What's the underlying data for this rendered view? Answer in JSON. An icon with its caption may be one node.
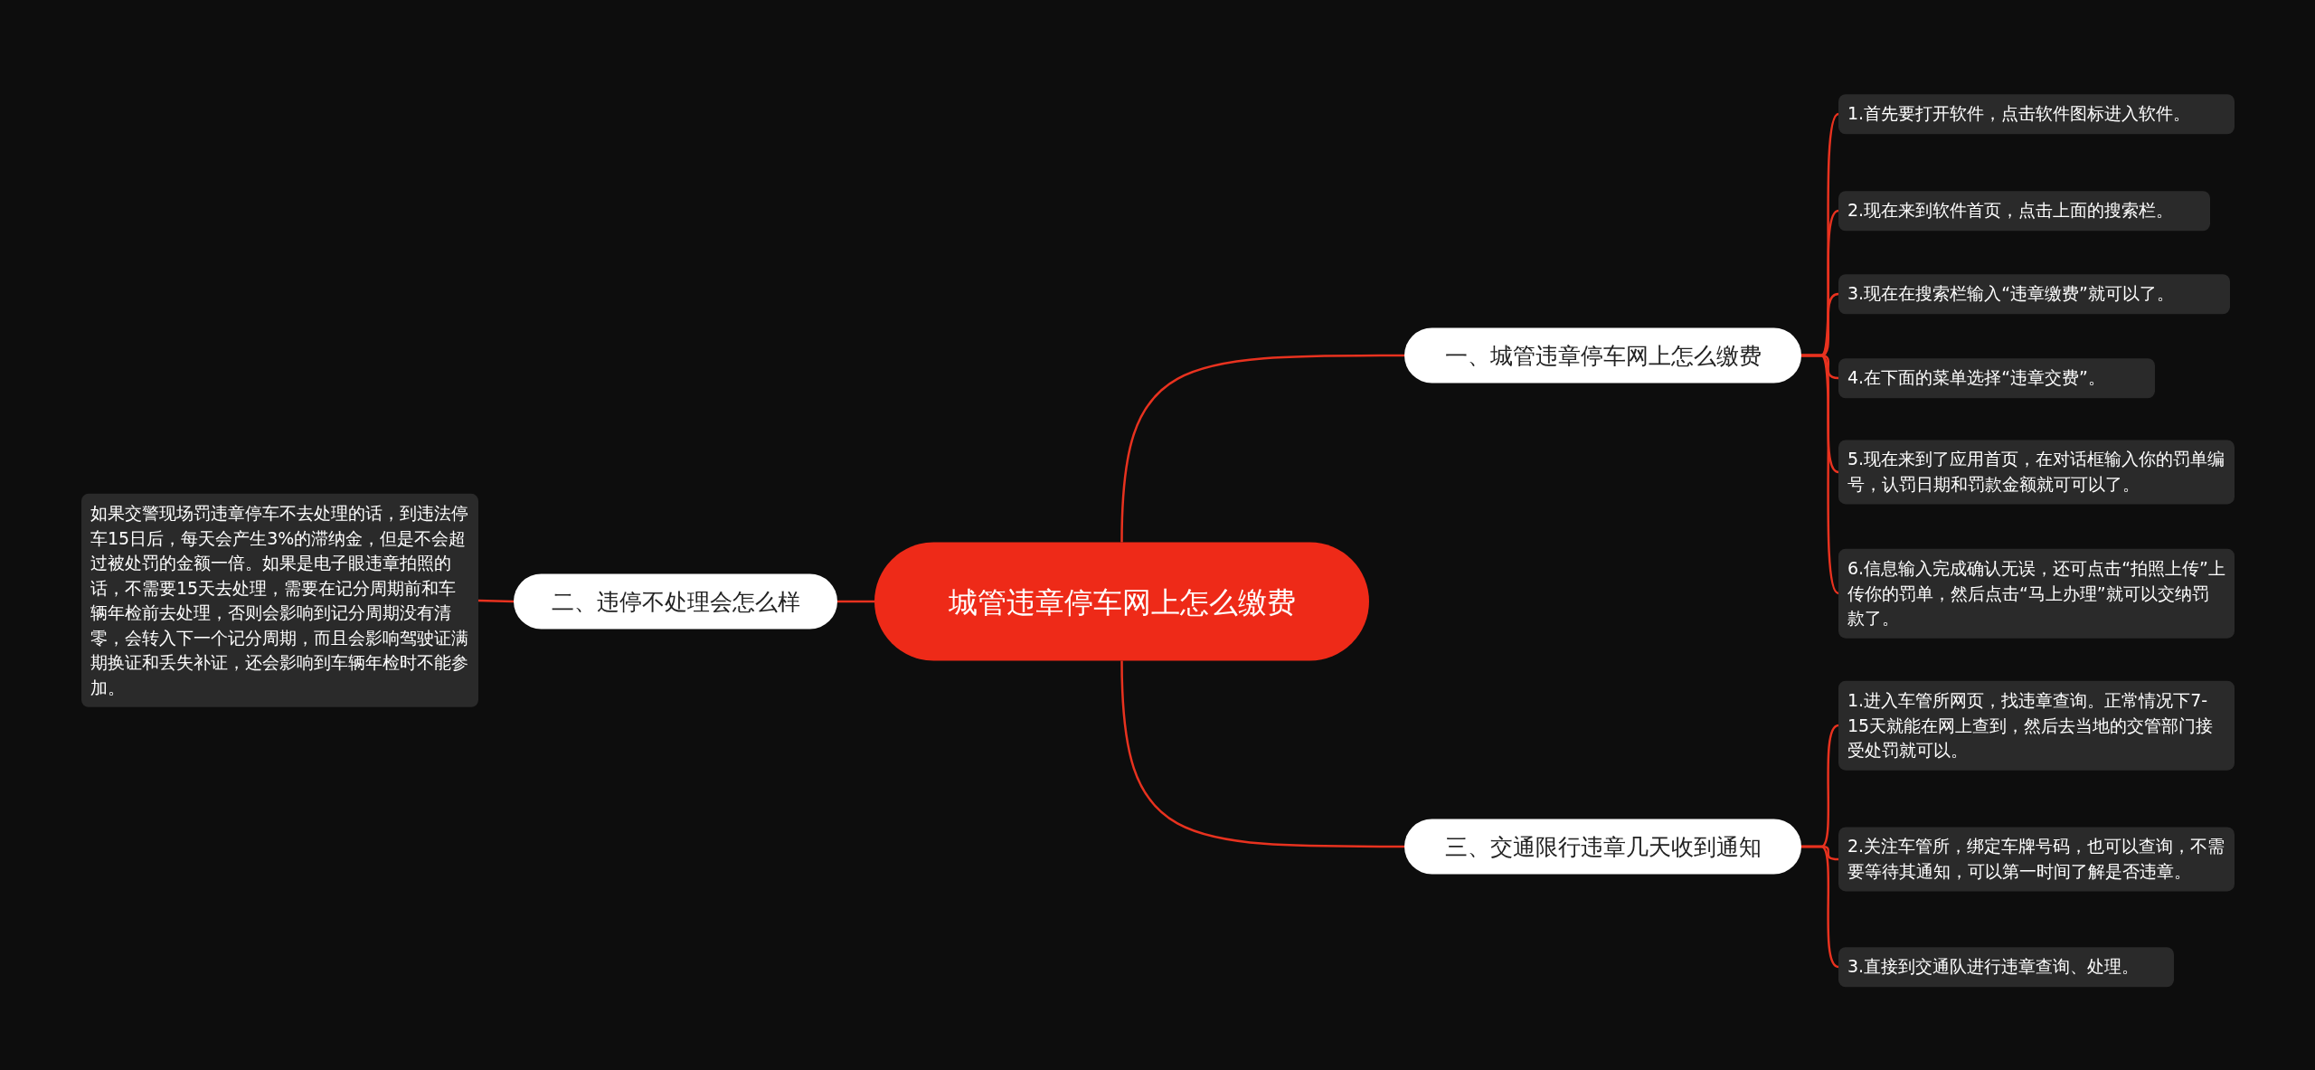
{
  "diagram": {
    "nodes": [
      {
        "text": [
          "城管违章停车网上怎么缴费"
        ]
      },
      {
        "text": [
          "一、城管违章停车网上怎么缴费"
        ]
      },
      {
        "text": [
          "1.首先要打开软件，点击软件图标进入软件。"
        ]
      },
      {
        "text": [
          "2.现在来到软件首页，点击上面的搜索栏。"
        ]
      },
      {
        "text": [
          "3.现在在搜索栏输入“违章缴费”就可以了。"
        ]
      },
      {
        "text": [
          "4.在下面的菜单选择“违章交费”。"
        ]
      },
      {
        "text": [
          "5.现在来到了应用首页，在对话框输入你的罚单编号，认罚日期和罚款金额就可可以了。"
        ]
      },
      {
        "text": [
          "6.信息输入完成确认无误，还可点击“拍照上传”上传你的罚单，然后点击“马上办理”就可以交纳罚款了。"
        ]
      },
      {
        "text": [
          "二、违停不处理会怎么样"
        ]
      },
      {
        "text": [
          "如果交警现场罚违章停车不去处理的话，到违法停车15日后，每天会产生3%的滞纳金，但是不会超过被处罚的金额一倍。如果是电子眼违章拍照的话，不需要15天去处理，需要在记分周期前和车辆年检前去处理，否则会影响到记分周期没有清零，会转入下一个记分周期，而且会影响驾驶证满期换证和丢失补证，还会影响到车辆年检时不能参加。"
        ]
      },
      {
        "text": [
          "三、交通限行违章几天收到通知"
        ]
      },
      {
        "text": [
          "1.进入车管所网页，找违章查询。正常情况下7-15天就能在网上查到，然后去当地的交管部门接受处罚就可以。"
        ]
      },
      {
        "text": [
          "2.关注车管所，绑定车牌号码，也可以查询，不需要等待其通知，可以第一时间了解是否违章。"
        ]
      },
      {
        "text": [
          "3.直接到交通队进行违章查询、处理。"
        ]
      }
    ],
    "edges": [
      {
        "from": 0,
        "to": 1,
        "arrow": "none"
      },
      {
        "from": 1,
        "to": 2,
        "arrow": "none"
      },
      {
        "from": 1,
        "to": 3,
        "arrow": "none"
      },
      {
        "from": 1,
        "to": 4,
        "arrow": "none"
      },
      {
        "from": 1,
        "to": 5,
        "arrow": "none"
      },
      {
        "from": 1,
        "to": 6,
        "arrow": "none"
      },
      {
        "from": 1,
        "to": 7,
        "arrow": "none"
      },
      {
        "from": 0,
        "to": 8,
        "arrow": "none"
      },
      {
        "from": 8,
        "to": 9,
        "arrow": "none"
      },
      {
        "from": 0,
        "to": 10,
        "arrow": "none"
      },
      {
        "from": 10,
        "to": 11,
        "arrow": "none"
      },
      {
        "from": 10,
        "to": 12,
        "arrow": "none"
      },
      {
        "from": 10,
        "to": 13,
        "arrow": "none"
      }
    ]
  }
}
